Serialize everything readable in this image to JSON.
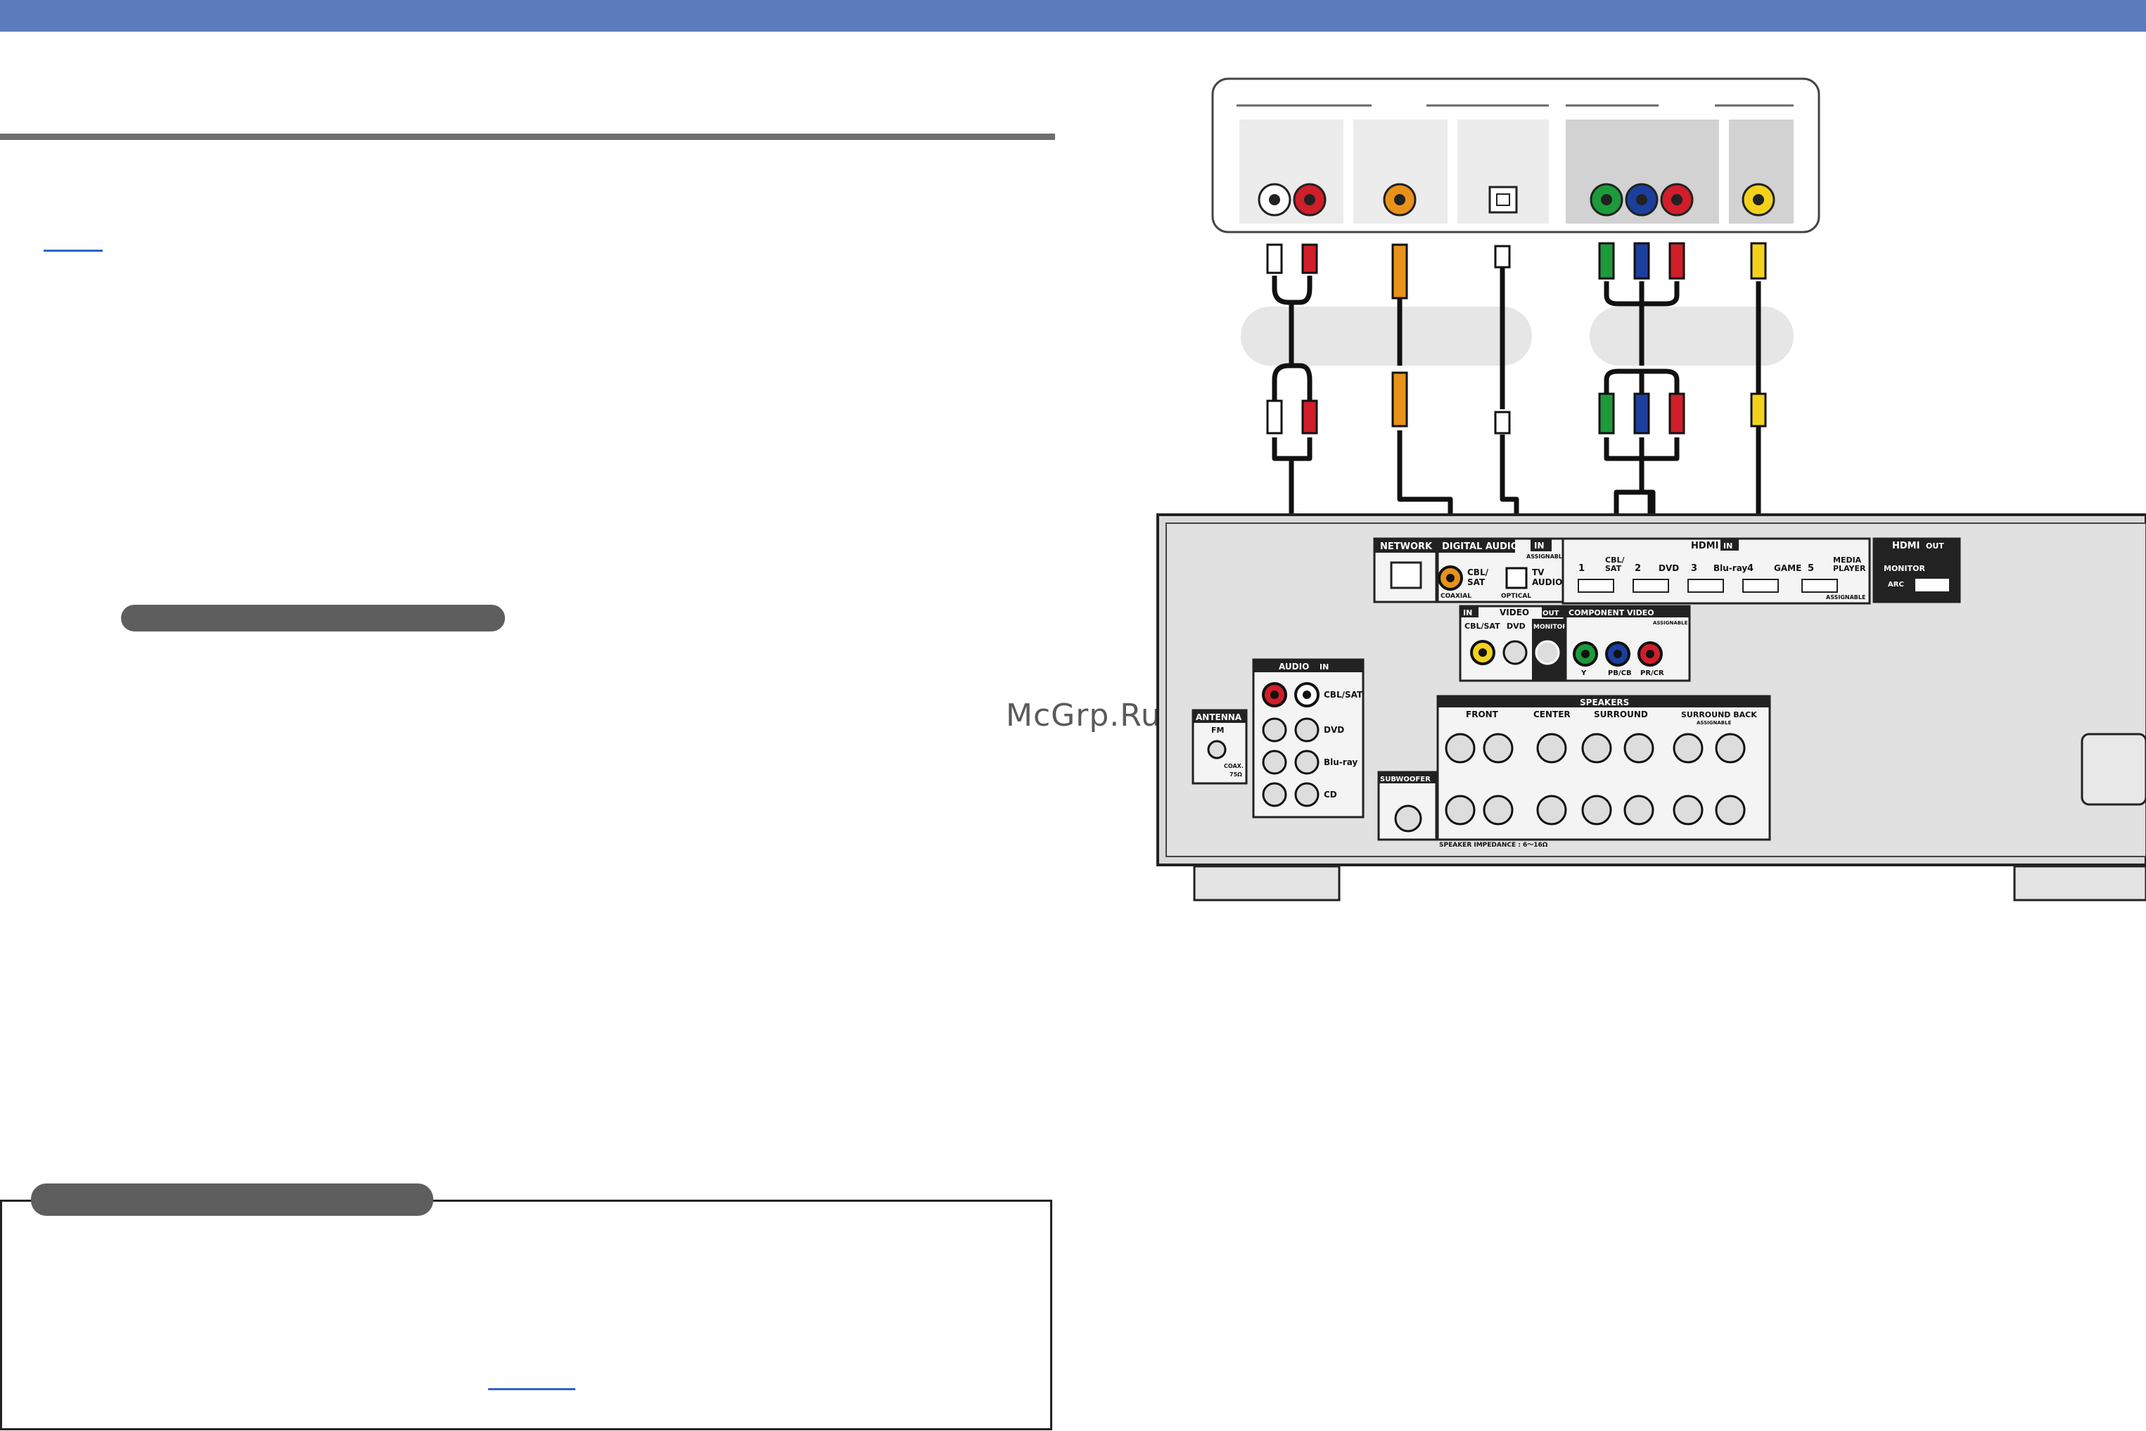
{
  "watermark": "McGrp.Ru",
  "colors": {
    "header_bar": "#5b7bbd",
    "red": "#d01e2a",
    "white_plug": "#ffffff",
    "orange": "#e8921a",
    "green": "#1d9a3a",
    "blue": "#1c3f9e",
    "yellow": "#f2d21a",
    "panel": "#d9d9d9"
  },
  "receiver": {
    "network": "NETWORK",
    "digital_audio": "DIGITAL AUDIO",
    "in": "IN",
    "assignable": "ASSIGNABLE",
    "cbl_sat": "CBL/SAT",
    "cbl": "CBL/",
    "sat": "SAT",
    "coaxial": "COAXIAL",
    "optical": "OPTICAL",
    "tv": "TV",
    "audio": "AUDIO",
    "hdmi": "HDMI",
    "hdmi_inputs": [
      "1",
      "2",
      "DVD",
      "3",
      "Blu-ray",
      "4",
      "GAME",
      "5"
    ],
    "media": "MEDIA",
    "player": "PLAYER",
    "hdmi_out": "HDMI",
    "out": "OUT",
    "monitor": "MONITOR",
    "arc": "ARC",
    "video": "VIDEO",
    "dvd": "DVD",
    "component_video": "COMPONENT VIDEO",
    "component_jacks": [
      "Y",
      "PB/CB",
      "PR/CR"
    ],
    "audio_in": "AUDIO",
    "audio_rows": [
      "CBL/SAT",
      "DVD",
      "Blu-ray",
      "CD"
    ],
    "antenna": "ANTENNA",
    "fm": "FM",
    "coax": "COAX.",
    "ohm": "75Ω",
    "subwoofer": "SUBWOOFER",
    "speakers": "SPEAKERS",
    "front": "FRONT",
    "center": "CENTER",
    "surround": "SURROUND",
    "surround_back": "SURROUND BACK",
    "speaker_impedance": "SPEAKER IMPEDANCE : 6～16Ω"
  }
}
